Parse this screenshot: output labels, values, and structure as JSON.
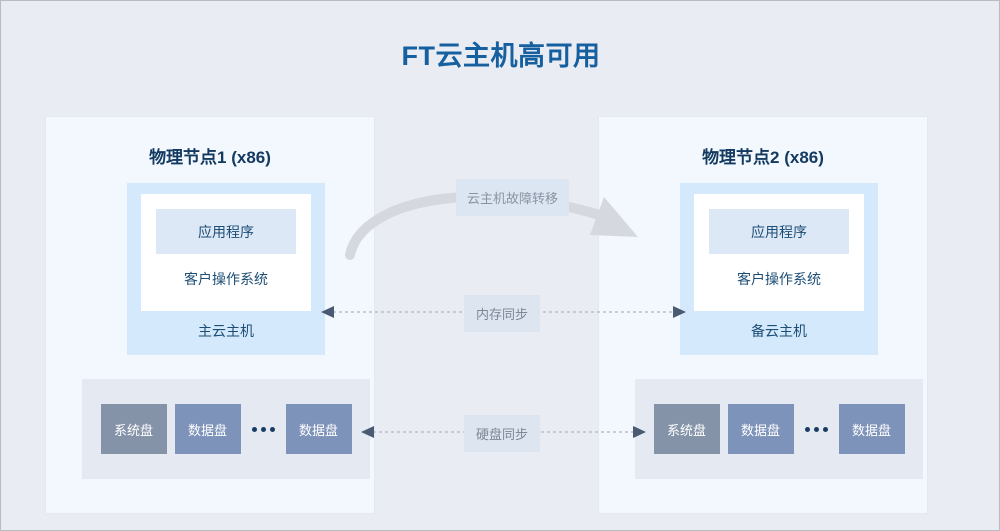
{
  "diagram": {
    "title": "FT云主机高可用",
    "title_color": "#17609f",
    "background_color": "#eaecf4"
  },
  "nodes": [
    {
      "id": "node1",
      "title": "物理节点1 (x86)",
      "vm": {
        "app_label": "应用程序",
        "guest_os_label": "客户操作系统",
        "role_label": "主云主机"
      },
      "disks": [
        {
          "label": "系统盘",
          "kind": "system"
        },
        {
          "label": "数据盘",
          "kind": "data"
        },
        {
          "label": "数据盘",
          "kind": "data"
        }
      ]
    },
    {
      "id": "node2",
      "title": "物理节点2 (x86)",
      "vm": {
        "app_label": "应用程序",
        "guest_os_label": "客户操作系统",
        "role_label": "备云主机"
      },
      "disks": [
        {
          "label": "系统盘",
          "kind": "system"
        },
        {
          "label": "数据盘",
          "kind": "data"
        },
        {
          "label": "数据盘",
          "kind": "data"
        }
      ]
    }
  ],
  "connectors": {
    "failover": {
      "label": "云主机故障转移",
      "direction": "left-to-right",
      "style": "curved-solid",
      "color": "#d5d8df"
    },
    "memory_sync": {
      "label": "内存同步",
      "direction": "bidirectional",
      "style": "dashed",
      "color": "#b9c0cc"
    },
    "disk_sync": {
      "label": "硬盘同步",
      "direction": "bidirectional",
      "style": "dashed",
      "color": "#b9c0cc"
    }
  },
  "palette": {
    "panel_fill": "#f3f7fe",
    "vm_outer_fill": "#d4e9fb",
    "vm_inner_fill": "#ffffff",
    "app_fill": "#dde8f6",
    "disk_group_fill": "#e4e9f2",
    "system_disk_fill": "#8593a9",
    "data_disk_fill": "#7e93ba",
    "node_title_color": "#133a60",
    "vm_text_color": "#1d4e75"
  }
}
